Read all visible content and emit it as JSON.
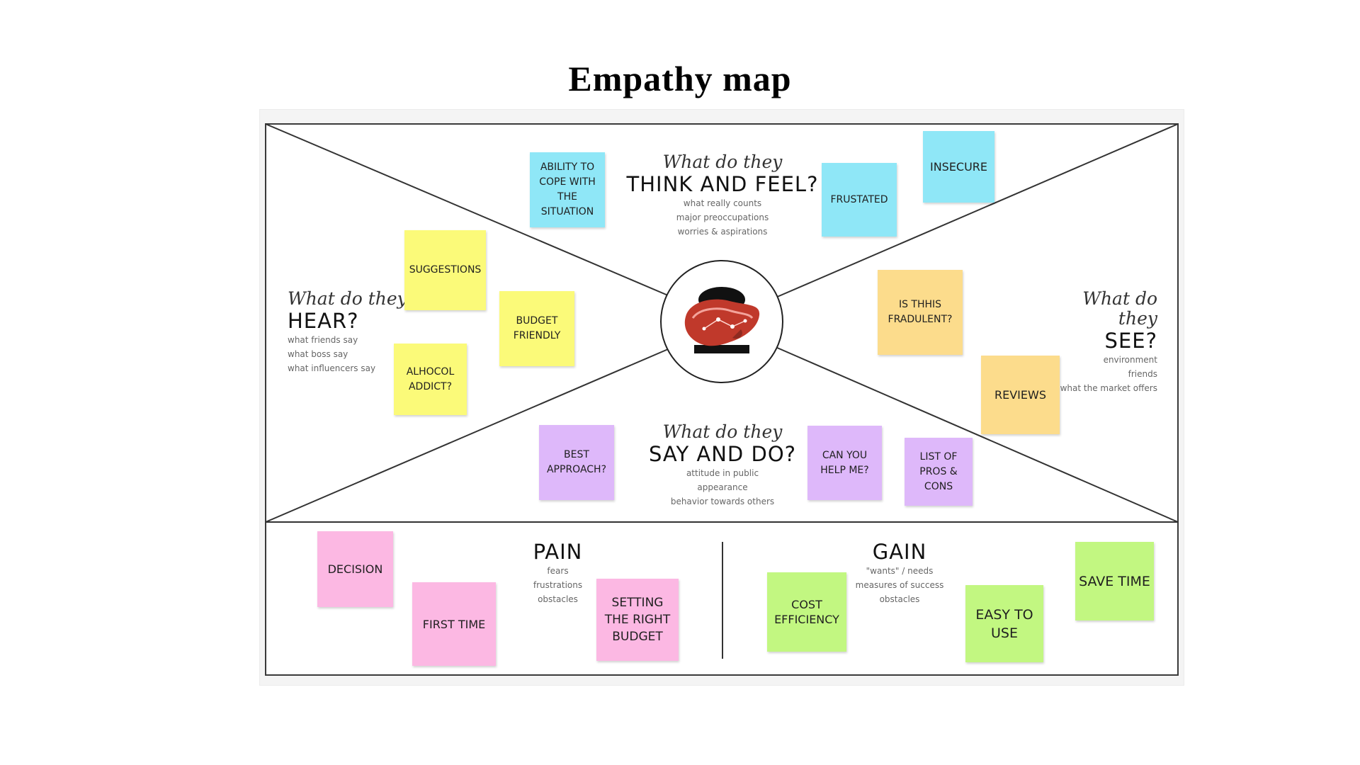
{
  "title": "Empathy map",
  "colors": {
    "blue": "#8fe7f7",
    "yellow": "#fbfa79",
    "orange": "#fcdc8c",
    "purple": "#deb8fa",
    "pink": "#fcb8e3",
    "green": "#c2f781"
  },
  "center_icon": "liver-icon",
  "quadrants": {
    "think": {
      "script": "What do they",
      "big": "THINK AND FEEL?",
      "lines": [
        "what really counts",
        "major preoccupations",
        "worries & aspirations"
      ]
    },
    "hear": {
      "script": "What do they",
      "big": "HEAR?",
      "lines": [
        "what friends say",
        "what boss say",
        "what influencers say"
      ]
    },
    "see": {
      "script": "What do they",
      "big": "SEE?",
      "lines": [
        "environment",
        "friends",
        "what the market offers"
      ]
    },
    "say": {
      "script": "What do they",
      "big": "SAY AND DO?",
      "lines": [
        "attitude in public",
        "appearance",
        "behavior towards others"
      ]
    },
    "pain": {
      "big": "PAIN",
      "lines": [
        "fears",
        "frustrations",
        "obstacles"
      ]
    },
    "gain": {
      "big": "GAIN",
      "lines": [
        "\"wants\" / needs",
        "measures of success",
        "obstacles"
      ]
    }
  },
  "notes": {
    "think": [
      "ABILITY TO COPE WITH THE SITUATION",
      "FRUSTATED",
      "INSECURE"
    ],
    "hear": [
      "SUGGESTIONS",
      "BUDGET FRIENDLY",
      "ALHOCOL ADDICT?"
    ],
    "see": [
      "IS THHIS FRADULENT?",
      "REVIEWS"
    ],
    "say": [
      "BEST APPROACH?",
      "CAN YOU HELP ME?",
      "LIST OF PROS & CONS"
    ],
    "pain": [
      "DECISION",
      "FIRST TIME",
      "SETTING THE RIGHT BUDGET"
    ],
    "gain": [
      "COST EFFICIENCY",
      "EASY TO USE",
      "SAVE TIME"
    ]
  }
}
